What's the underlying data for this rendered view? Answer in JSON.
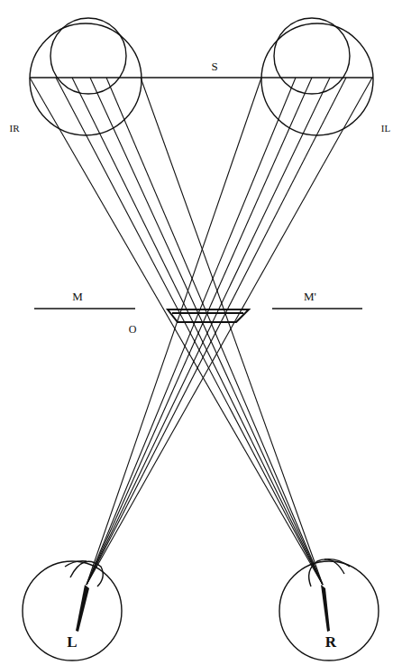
{
  "diagram": {
    "labels": [
      "S",
      "IR",
      "IL",
      "M",
      "M'",
      "O",
      "L",
      "R"
    ]
  }
}
